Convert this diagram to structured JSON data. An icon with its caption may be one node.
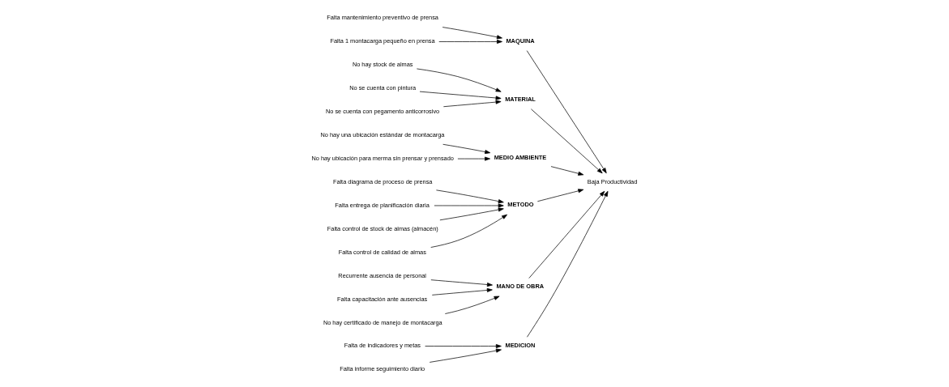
{
  "diagram": {
    "nodes": [
      {
        "text": [
          "MEDICION"
        ]
      },
      {
        "text": [
          "Falta de indicadores y metas"
        ]
      },
      {
        "text": [
          "Falta informe seguimiento diario"
        ]
      },
      {
        "text": [
          "MAQUINA"
        ]
      },
      {
        "text": [
          "Falta mantenimiento preventivo de prensa"
        ]
      },
      {
        "text": [
          "Falta 1 montacarga pequeño en prensa"
        ]
      },
      {
        "text": [
          "MATERIAL"
        ]
      },
      {
        "text": [
          "No hay stock de almas"
        ]
      },
      {
        "text": [
          "No se cuenta con pintura"
        ]
      },
      {
        "text": [
          "No se cuenta con pegamento anticorrosivo"
        ]
      },
      {
        "text": [
          "Baja Productividad"
        ]
      },
      {
        "text": [
          "No hay una ubicación estándar de montacarga"
        ]
      },
      {
        "text": [
          "No hay ubicación para merma sin prensar y prensado"
        ]
      },
      {
        "text": [
          "Falta diagrama de proceso de prensa"
        ]
      },
      {
        "text": [
          "Falta entrega de planificación diaria"
        ]
      },
      {
        "text": [
          "Falta control de stock de almas (almacén)"
        ]
      },
      {
        "text": [
          "Falta control de calidad de almas"
        ]
      },
      {
        "text": [
          "Recurrente ausencia de personal"
        ]
      },
      {
        "text": [
          "Falta capacitación ante ausencias"
        ]
      },
      {
        "text": [
          "No hay certificado de manejo de montacarga"
        ]
      },
      {
        "text": [
          "MEDIO AMBIENTE"
        ]
      },
      {
        "text": [
          "METODO"
        ]
      },
      {
        "text": [
          "MANO DE OBRA"
        ]
      }
    ],
    "edges": [
      {
        "from": 1,
        "to": 0,
        "arrow": "to"
      },
      {
        "from": 2,
        "to": 0,
        "arrow": "to"
      },
      {
        "from": 4,
        "to": 3,
        "arrow": "to"
      },
      {
        "from": 5,
        "to": 3,
        "arrow": "to"
      },
      {
        "from": 7,
        "to": 6,
        "arrow": "to"
      },
      {
        "from": 8,
        "to": 6,
        "arrow": "to"
      },
      {
        "from": 9,
        "to": 6,
        "arrow": "to"
      },
      {
        "from": 11,
        "to": 20,
        "arrow": "to"
      },
      {
        "from": 12,
        "to": 20,
        "arrow": "to"
      },
      {
        "from": 13,
        "to": 21,
        "arrow": "to"
      },
      {
        "from": 14,
        "to": 21,
        "arrow": "to"
      },
      {
        "from": 15,
        "to": 21,
        "arrow": "to"
      },
      {
        "from": 16,
        "to": 21,
        "arrow": "to"
      },
      {
        "from": 17,
        "to": 22,
        "arrow": "to"
      },
      {
        "from": 18,
        "to": 22,
        "arrow": "to"
      },
      {
        "from": 19,
        "to": 22,
        "arrow": "to"
      },
      {
        "from": 0,
        "to": 10,
        "arrow": "to"
      },
      {
        "from": 3,
        "to": 10,
        "arrow": "to"
      },
      {
        "from": 6,
        "to": 10,
        "arrow": "to"
      },
      {
        "from": 20,
        "to": 10,
        "arrow": "to"
      },
      {
        "from": 21,
        "to": 10,
        "arrow": "to"
      },
      {
        "from": 22,
        "to": 10,
        "arrow": "to"
      }
    ]
  }
}
